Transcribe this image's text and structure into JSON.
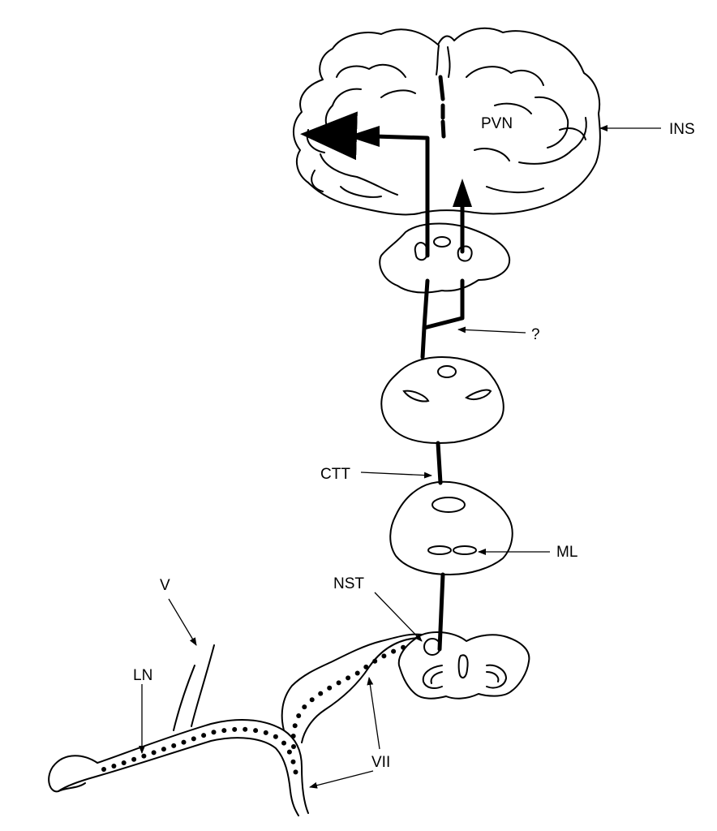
{
  "labels": {
    "pvn": "PVN",
    "ins": "INS",
    "question": "?",
    "ctt": "CTT",
    "ml": "ML",
    "nst": "NST",
    "v": "V",
    "ln": "LN",
    "vii": "VII"
  }
}
